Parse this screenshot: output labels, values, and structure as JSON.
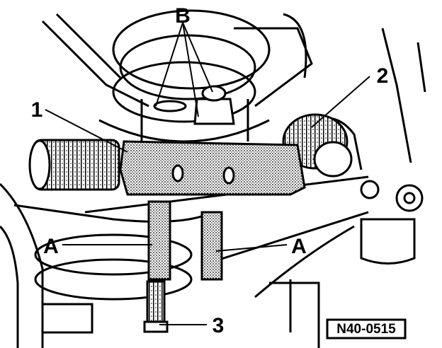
{
  "labels": {
    "B": "B",
    "one": "1",
    "two": "2",
    "three": "3",
    "a_left": "A",
    "a_right": "A"
  },
  "reference_code": "N40-0515",
  "colors": {
    "ink": "#000000",
    "paper": "#ffffff",
    "tool_fill": "#c8c8c8"
  }
}
